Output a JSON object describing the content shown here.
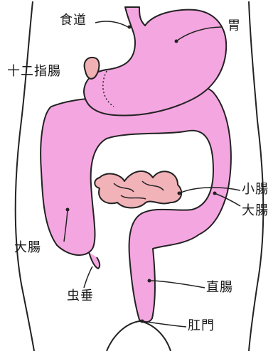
{
  "labels": {
    "esophagus": "食道",
    "stomach": "胃",
    "duodenum": "十二指腸",
    "small_intestine": "小腸",
    "large_intestine_right": "大腸",
    "large_intestine_left": "大腸",
    "rectum": "直腸",
    "appendix": "虫垂",
    "anus": "肛門"
  },
  "colors": {
    "organ_fill": "#f4a6e0",
    "small_intestine_fill": "#f1b3b8",
    "duodenum_fill": "#f0b0b4",
    "outline": "#222222"
  }
}
